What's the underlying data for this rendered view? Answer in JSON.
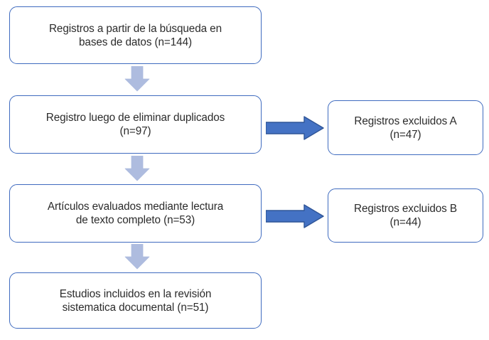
{
  "diagram": {
    "type": "prisma-flow-diagram",
    "language": "es",
    "colors": {
      "box_border": "#3f6bbf",
      "box_fill": "#ffffff",
      "text": "#2b2b2b",
      "arrow_down_fill": "#aebcdf",
      "arrow_down_stroke": "#aebcdf",
      "arrow_right_fill": "#4472c4",
      "arrow_right_stroke": "#2f5597",
      "background": "#ffffff"
    },
    "main_flow": [
      {
        "id": "records-identified",
        "text": "Registros a partir de la búsqueda en\nbases de datos (n=144)",
        "count": 144
      },
      {
        "id": "records-deduped",
        "text": "Registro luego de eliminar duplicados\n(n=97)",
        "count": 97
      },
      {
        "id": "fulltext-assessed",
        "text": "Artículos evaluados mediante lectura\nde texto completo (n=53)",
        "count": 53
      },
      {
        "id": "studies-included",
        "text": "Estudios incluidos en la revisión\nsistematica documental (n=51)",
        "count": 51
      }
    ],
    "excluded": [
      {
        "id": "excluded-a",
        "text": "Registros excluidos A\n(n=47)",
        "count": 47
      },
      {
        "id": "excluded-b",
        "text": "Registros excluidos B\n(n=44)",
        "count": 44
      }
    ],
    "connectors": {
      "down_arrows": 3,
      "right_arrows": 2
    }
  }
}
